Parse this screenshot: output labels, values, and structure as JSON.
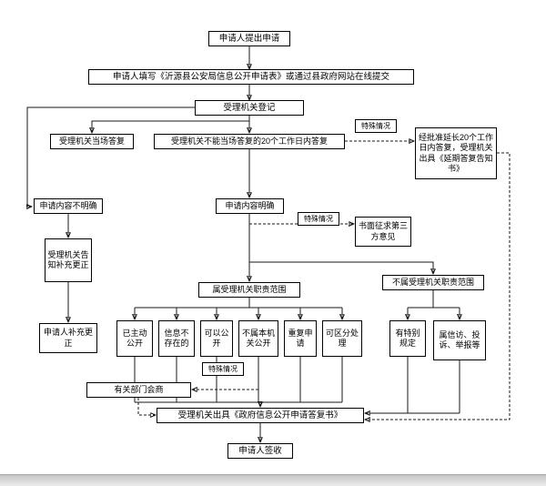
{
  "nodes": {
    "apply": "申请人提出申请",
    "fill_form": "申请人填写《沂源县公安局信息公开申请表》或通过县政府网站在线提交",
    "register": "受理机关登记",
    "onspot": "受理机关当场答复",
    "within20": "受理机关不能当场答复的20个工作日内答复",
    "special1": "特殊情况",
    "extend": "经批准延长20个工作日内答复，受理机关出具《延期答复告知书》",
    "unclear": "申请内容不明确",
    "clear": "申请内容明确",
    "special2": "特殊情况",
    "third_party": "书面征求第三方意见",
    "notify_correct": "受理机关告知补充更正",
    "in_scope": "属受理机关职责范围",
    "out_scope": "不属受理机关职责范围",
    "applicant_correct": "申请人补充更正",
    "already_public": "已主动公开",
    "not_exist": "信息不存在的",
    "can_public": "可以公开",
    "not_this_organ": "不属本机关公开",
    "repeat_apply": "重复申请",
    "distinguish": "可区分处理",
    "special_rule": "有特别规定",
    "petition": "属信访、投诉、举报等",
    "special3": "特殊情况",
    "consult": "有关部门会商",
    "reply_doc": "受理机关出具《政府信息公开申请答复书》",
    "sign": "申请人签收"
  },
  "edges": [
    {
      "from": "apply",
      "to": "fill_form",
      "style": "solid"
    },
    {
      "from": "fill_form",
      "to": "register",
      "style": "solid"
    },
    {
      "from": "register",
      "to": "onspot",
      "style": "solid"
    },
    {
      "from": "register",
      "to": "within20",
      "style": "solid"
    },
    {
      "from": "register",
      "to": "unclear",
      "style": "solid"
    },
    {
      "from": "within20",
      "to": "extend",
      "style": "dashed",
      "via": "special1"
    },
    {
      "from": "within20",
      "to": "clear",
      "style": "solid"
    },
    {
      "from": "unclear",
      "to": "notify_correct",
      "style": "solid"
    },
    {
      "from": "notify_correct",
      "to": "applicant_correct",
      "style": "solid"
    },
    {
      "from": "clear",
      "to": "in_scope",
      "style": "solid"
    },
    {
      "from": "clear",
      "to": "out_scope",
      "style": "solid"
    },
    {
      "from": "clear",
      "to": "third_party",
      "style": "dashed",
      "via": "special2"
    },
    {
      "from": "in_scope",
      "to": "already_public",
      "style": "solid"
    },
    {
      "from": "in_scope",
      "to": "not_exist",
      "style": "solid"
    },
    {
      "from": "in_scope",
      "to": "can_public",
      "style": "solid"
    },
    {
      "from": "in_scope",
      "to": "not_this_organ",
      "style": "solid"
    },
    {
      "from": "in_scope",
      "to": "repeat_apply",
      "style": "solid"
    },
    {
      "from": "in_scope",
      "to": "distinguish",
      "style": "solid"
    },
    {
      "from": "out_scope",
      "to": "special_rule",
      "style": "solid"
    },
    {
      "from": "out_scope",
      "to": "petition",
      "style": "solid"
    },
    {
      "from": "not_this_organ",
      "to": "consult",
      "style": "dashed",
      "via": "special3"
    },
    {
      "from": "consult",
      "to": "reply_doc",
      "style": "dashed"
    },
    {
      "from": "already_public",
      "to": "reply_doc",
      "style": "solid"
    },
    {
      "from": "special_rule",
      "to": "reply_doc",
      "style": "solid"
    },
    {
      "from": "petition",
      "to": "reply_doc",
      "style": "solid"
    },
    {
      "from": "extend",
      "to": "reply_doc",
      "style": "dashed"
    },
    {
      "from": "reply_doc",
      "to": "sign",
      "style": "solid"
    }
  ]
}
